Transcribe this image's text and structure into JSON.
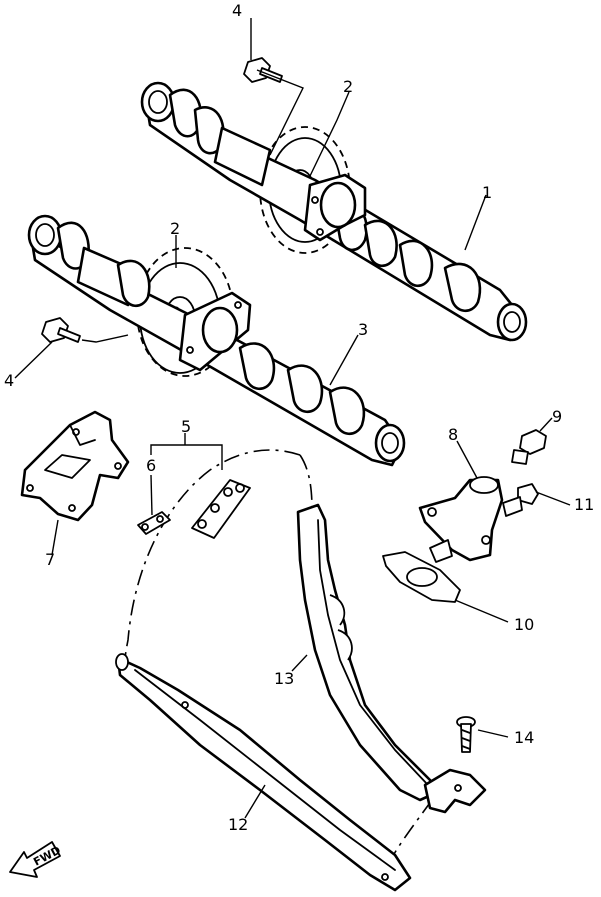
{
  "callouts": {
    "c1": "1",
    "c2a": "2",
    "c2b": "2",
    "c3": "3",
    "c4a": "4",
    "c4b": "4",
    "c5": "5",
    "c6": "6",
    "c7": "7",
    "c8": "8",
    "c9": "9",
    "c10": "10",
    "c11": "11",
    "c12": "12",
    "c13": "13",
    "c14": "14"
  },
  "fwd_label": "FWD"
}
